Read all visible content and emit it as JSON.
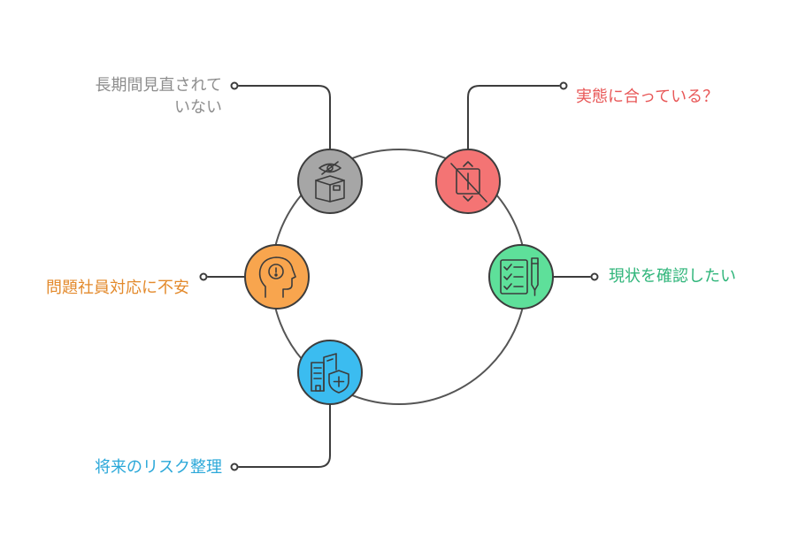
{
  "colors": {
    "outline": "#3c3c3c",
    "ring": "#555555",
    "gray": "#a6a6a6",
    "red": "#f47474",
    "green": "#5ee09a",
    "orange": "#f8a54e",
    "blue": "#3bbcf0",
    "label_gray": "#8e8e8e",
    "label_red": "#e85757",
    "label_green": "#2fb57a",
    "label_orange": "#e38a2c",
    "label_blue": "#2ba8d9"
  },
  "nodes": [
    {
      "id": "long-unreviewed",
      "label_lines": [
        "長期間見直されて",
        "いない"
      ],
      "icon": "eye-book-icon",
      "color_key": "gray"
    },
    {
      "id": "fit-reality",
      "label_lines": [
        "実態に合っている？"
      ],
      "icon": "no-resize-icon",
      "color_key": "red"
    },
    {
      "id": "check-status",
      "label_lines": [
        "現状を確認したい"
      ],
      "icon": "checklist-pen-icon",
      "color_key": "green"
    },
    {
      "id": "problem-employee",
      "label_lines": [
        "問題社員対応に不安"
      ],
      "icon": "head-alert-icon",
      "color_key": "orange"
    },
    {
      "id": "future-risk",
      "label_lines": [
        "将来のリスク整理"
      ],
      "icon": "building-shield-icon",
      "color_key": "blue"
    }
  ]
}
